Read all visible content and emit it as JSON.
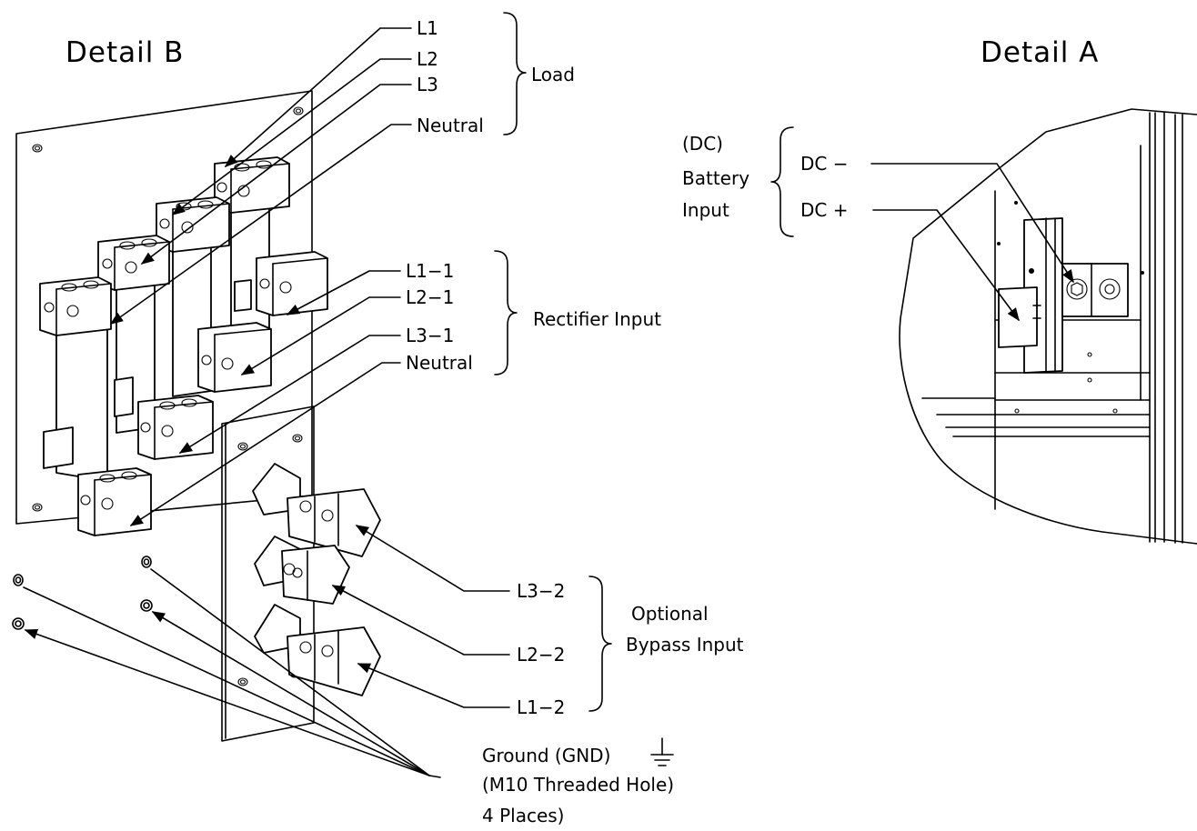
{
  "detail_b": {
    "title": "Detail B",
    "load": {
      "group_label": "Load",
      "terminals": [
        "L1",
        "L2",
        "L3",
        "Neutral"
      ]
    },
    "rectifier_input": {
      "group_label": "Rectifier Input",
      "terminals": [
        "L1−1",
        "L2−1",
        "L3−1",
        "Neutral"
      ]
    },
    "bypass_input": {
      "group_label_line1": "Optional",
      "group_label_line2": "Bypass Input",
      "terminals": [
        "L3−2",
        "L2−2",
        "L1−2"
      ]
    },
    "ground": {
      "line1": "Ground (GND)",
      "line2": "(M10 Threaded Hole)",
      "line3": "4 Places)"
    }
  },
  "detail_a": {
    "title": "Detail A",
    "group_label_line1": "(DC)",
    "group_label_line2": "Battery",
    "group_label_line3": "Input",
    "terminals": [
      "DC −",
      "DC +"
    ]
  }
}
